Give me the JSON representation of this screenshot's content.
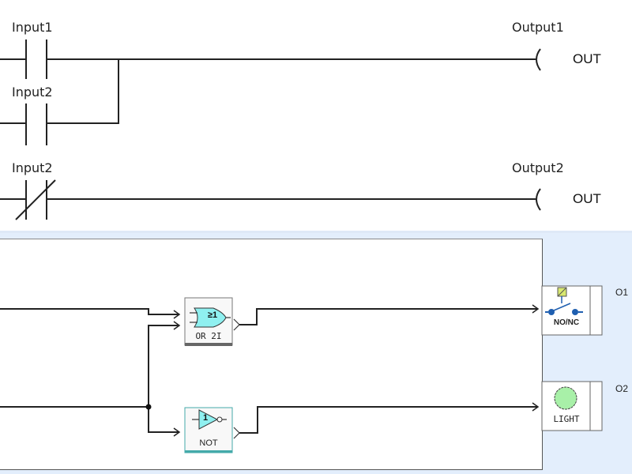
{
  "ladder": {
    "rungs": [
      {
        "contacts": [
          {
            "label": "Input1",
            "type": "normally-open"
          },
          {
            "label": "Input2",
            "type": "normally-open",
            "branch": "parallel"
          }
        ],
        "coil": {
          "label": "Output1",
          "text": "OUT"
        }
      },
      {
        "contacts": [
          {
            "label": "Input2",
            "type": "normally-closed"
          }
        ],
        "coil": {
          "label": "Output2",
          "text": "OUT"
        }
      }
    ]
  },
  "fbd": {
    "blocks": [
      {
        "name": "OR 2I",
        "type": "or-gate",
        "symbol": "≥1"
      },
      {
        "name": "NOT",
        "type": "not-gate",
        "symbol": "1"
      }
    ],
    "outputs": [
      {
        "id": "O1",
        "label": "NO/NC",
        "type": "relay"
      },
      {
        "id": "O2",
        "label": "LIGHT",
        "type": "light"
      }
    ],
    "colors": {
      "gate_fill": "#8ff0f0",
      "relay_blue": "#1f5fb0",
      "light_green": "#a8f0a8",
      "background": "#e3eefc"
    }
  }
}
